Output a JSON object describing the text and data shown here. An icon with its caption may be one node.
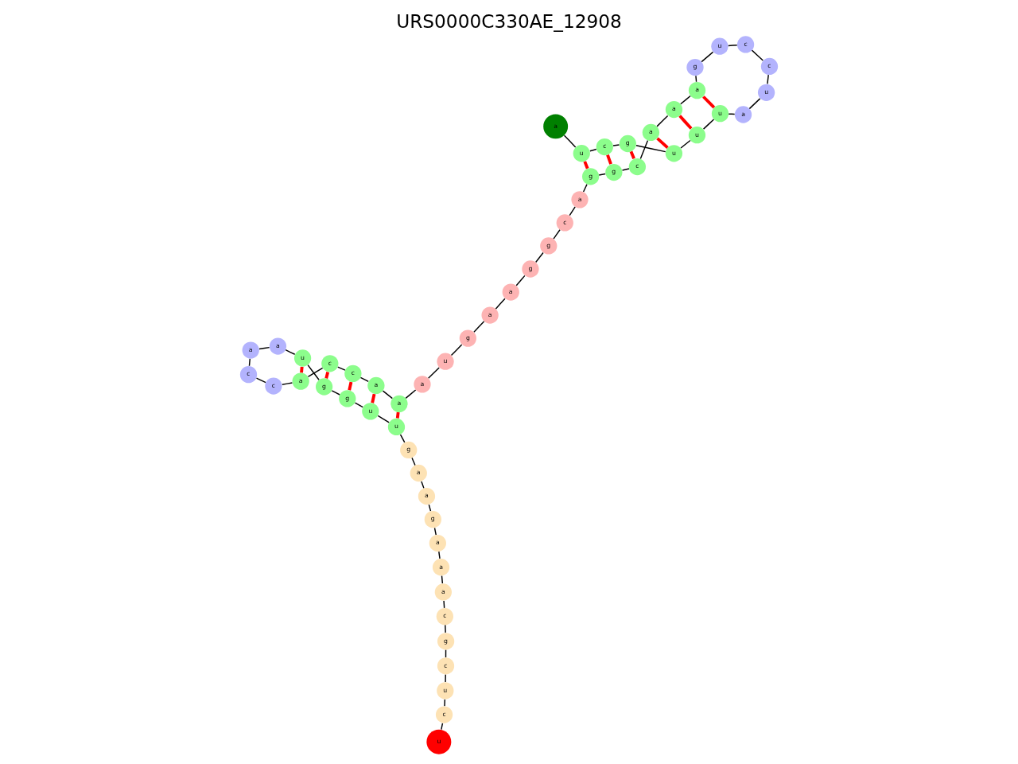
{
  "diagram": {
    "title": "URS0000C330AE_12908",
    "nodes": [
      {
        "text": [
          "u"
        ]
      },
      {
        "text": [
          "c"
        ]
      },
      {
        "text": [
          "u"
        ]
      },
      {
        "text": [
          "c"
        ]
      },
      {
        "text": [
          "g"
        ]
      },
      {
        "text": [
          "c"
        ]
      },
      {
        "text": [
          "a"
        ]
      },
      {
        "text": [
          "a"
        ]
      },
      {
        "text": [
          "a"
        ]
      },
      {
        "text": [
          "g"
        ]
      },
      {
        "text": [
          "a"
        ]
      },
      {
        "text": [
          "a"
        ]
      },
      {
        "text": [
          "g"
        ]
      },
      {
        "text": [
          "u"
        ]
      },
      {
        "text": [
          "u"
        ]
      },
      {
        "text": [
          "g"
        ]
      },
      {
        "text": [
          "g"
        ]
      },
      {
        "text": [
          "u"
        ]
      },
      {
        "text": [
          "a"
        ]
      },
      {
        "text": [
          "a"
        ]
      },
      {
        "text": [
          "c"
        ]
      },
      {
        "text": [
          "c"
        ]
      },
      {
        "text": [
          "a"
        ]
      },
      {
        "text": [
          "c"
        ]
      },
      {
        "text": [
          "c"
        ]
      },
      {
        "text": [
          "a"
        ]
      },
      {
        "text": [
          "a"
        ]
      },
      {
        "text": [
          "a"
        ]
      },
      {
        "text": [
          "u"
        ]
      },
      {
        "text": [
          "g"
        ]
      },
      {
        "text": [
          "a"
        ]
      },
      {
        "text": [
          "a"
        ]
      },
      {
        "text": [
          "g"
        ]
      },
      {
        "text": [
          "g"
        ]
      },
      {
        "text": [
          "c"
        ]
      },
      {
        "text": [
          "a"
        ]
      },
      {
        "text": [
          "g"
        ]
      },
      {
        "text": [
          "g"
        ]
      },
      {
        "text": [
          "c"
        ]
      },
      {
        "text": [
          "a"
        ]
      },
      {
        "text": [
          "a"
        ]
      },
      {
        "text": [
          "a"
        ]
      },
      {
        "text": [
          "g"
        ]
      },
      {
        "text": [
          "u"
        ]
      },
      {
        "text": [
          "c"
        ]
      },
      {
        "text": [
          "c"
        ]
      },
      {
        "text": [
          "u"
        ]
      },
      {
        "text": [
          "a"
        ]
      },
      {
        "text": [
          "u"
        ]
      },
      {
        "text": [
          "u"
        ]
      },
      {
        "text": [
          "u"
        ]
      },
      {
        "text": [
          "g"
        ]
      },
      {
        "text": [
          "c"
        ]
      },
      {
        "text": [
          "u"
        ]
      },
      {
        "text": [
          "a"
        ]
      }
    ],
    "edges": [
      {
        "from": 0,
        "to": 1,
        "arrow": "none"
      },
      {
        "from": 1,
        "to": 2,
        "arrow": "none"
      },
      {
        "from": 2,
        "to": 3,
        "arrow": "none"
      },
      {
        "from": 3,
        "to": 4,
        "arrow": "none"
      },
      {
        "from": 4,
        "to": 5,
        "arrow": "none"
      },
      {
        "from": 5,
        "to": 6,
        "arrow": "none"
      },
      {
        "from": 6,
        "to": 7,
        "arrow": "none"
      },
      {
        "from": 7,
        "to": 8,
        "arrow": "none"
      },
      {
        "from": 8,
        "to": 9,
        "arrow": "none"
      },
      {
        "from": 9,
        "to": 10,
        "arrow": "none"
      },
      {
        "from": 10,
        "to": 11,
        "arrow": "none"
      },
      {
        "from": 11,
        "to": 12,
        "arrow": "none"
      },
      {
        "from": 12,
        "to": 13,
        "arrow": "none"
      },
      {
        "from": 13,
        "to": 14,
        "arrow": "none"
      },
      {
        "from": 14,
        "to": 15,
        "arrow": "none"
      },
      {
        "from": 15,
        "to": 16,
        "arrow": "none"
      },
      {
        "from": 16,
        "to": 17,
        "arrow": "none"
      },
      {
        "from": 17,
        "to": 18,
        "arrow": "none"
      },
      {
        "from": 18,
        "to": 19,
        "arrow": "none"
      },
      {
        "from": 19,
        "to": 20,
        "arrow": "none"
      },
      {
        "from": 20,
        "to": 21,
        "arrow": "none"
      },
      {
        "from": 21,
        "to": 22,
        "arrow": "none"
      },
      {
        "from": 22,
        "to": 23,
        "arrow": "none"
      },
      {
        "from": 23,
        "to": 24,
        "arrow": "none"
      },
      {
        "from": 24,
        "to": 25,
        "arrow": "none"
      },
      {
        "from": 25,
        "to": 26,
        "arrow": "none"
      },
      {
        "from": 26,
        "to": 27,
        "arrow": "none"
      },
      {
        "from": 27,
        "to": 28,
        "arrow": "none"
      },
      {
        "from": 28,
        "to": 29,
        "arrow": "none"
      },
      {
        "from": 29,
        "to": 30,
        "arrow": "none"
      },
      {
        "from": 30,
        "to": 31,
        "arrow": "none"
      },
      {
        "from": 31,
        "to": 32,
        "arrow": "none"
      },
      {
        "from": 32,
        "to": 33,
        "arrow": "none"
      },
      {
        "from": 33,
        "to": 34,
        "arrow": "none"
      },
      {
        "from": 34,
        "to": 35,
        "arrow": "none"
      },
      {
        "from": 35,
        "to": 36,
        "arrow": "none"
      },
      {
        "from": 36,
        "to": 37,
        "arrow": "none"
      },
      {
        "from": 37,
        "to": 38,
        "arrow": "none"
      },
      {
        "from": 38,
        "to": 39,
        "arrow": "none"
      },
      {
        "from": 39,
        "to": 40,
        "arrow": "none"
      },
      {
        "from": 40,
        "to": 41,
        "arrow": "none"
      },
      {
        "from": 41,
        "to": 42,
        "arrow": "none"
      },
      {
        "from": 42,
        "to": 43,
        "arrow": "none"
      },
      {
        "from": 43,
        "to": 44,
        "arrow": "none"
      },
      {
        "from": 44,
        "to": 45,
        "arrow": "none"
      },
      {
        "from": 45,
        "to": 46,
        "arrow": "none"
      },
      {
        "from": 46,
        "to": 47,
        "arrow": "none"
      },
      {
        "from": 47,
        "to": 48,
        "arrow": "none"
      },
      {
        "from": 48,
        "to": 49,
        "arrow": "none"
      },
      {
        "from": 49,
        "to": 50,
        "arrow": "none"
      },
      {
        "from": 50,
        "to": 51,
        "arrow": "none"
      },
      {
        "from": 51,
        "to": 52,
        "arrow": "none"
      },
      {
        "from": 52,
        "to": 53,
        "arrow": "none"
      },
      {
        "from": 53,
        "to": 54,
        "arrow": "none"
      },
      {
        "from": 13,
        "to": 26,
        "arrow": "none",
        "style": "thick",
        "color": "#ff0000"
      },
      {
        "from": 14,
        "to": 25,
        "arrow": "none",
        "style": "thick",
        "color": "#ff0000"
      },
      {
        "from": 15,
        "to": 24,
        "arrow": "none",
        "style": "thick",
        "color": "#ff0000"
      },
      {
        "from": 16,
        "to": 23,
        "arrow": "none",
        "style": "thick",
        "color": "#ff0000"
      },
      {
        "from": 17,
        "to": 22,
        "arrow": "none",
        "style": "thick",
        "color": "#ff0000"
      },
      {
        "from": 48,
        "to": 41,
        "arrow": "none",
        "style": "thick",
        "color": "#ff0000"
      },
      {
        "from": 49,
        "to": 40,
        "arrow": "none",
        "style": "thick",
        "color": "#ff0000"
      },
      {
        "from": 50,
        "to": 39,
        "arrow": "none",
        "style": "thick",
        "color": "#ff0000"
      },
      {
        "from": 51,
        "to": 38,
        "arrow": "none",
        "style": "thick",
        "color": "#ff0000"
      },
      {
        "from": 52,
        "to": 37,
        "arrow": "none",
        "style": "thick",
        "color": "#ff0000"
      },
      {
        "from": 53,
        "to": 36,
        "arrow": "none",
        "style": "thick",
        "color": "#ff0000"
      }
    ]
  }
}
